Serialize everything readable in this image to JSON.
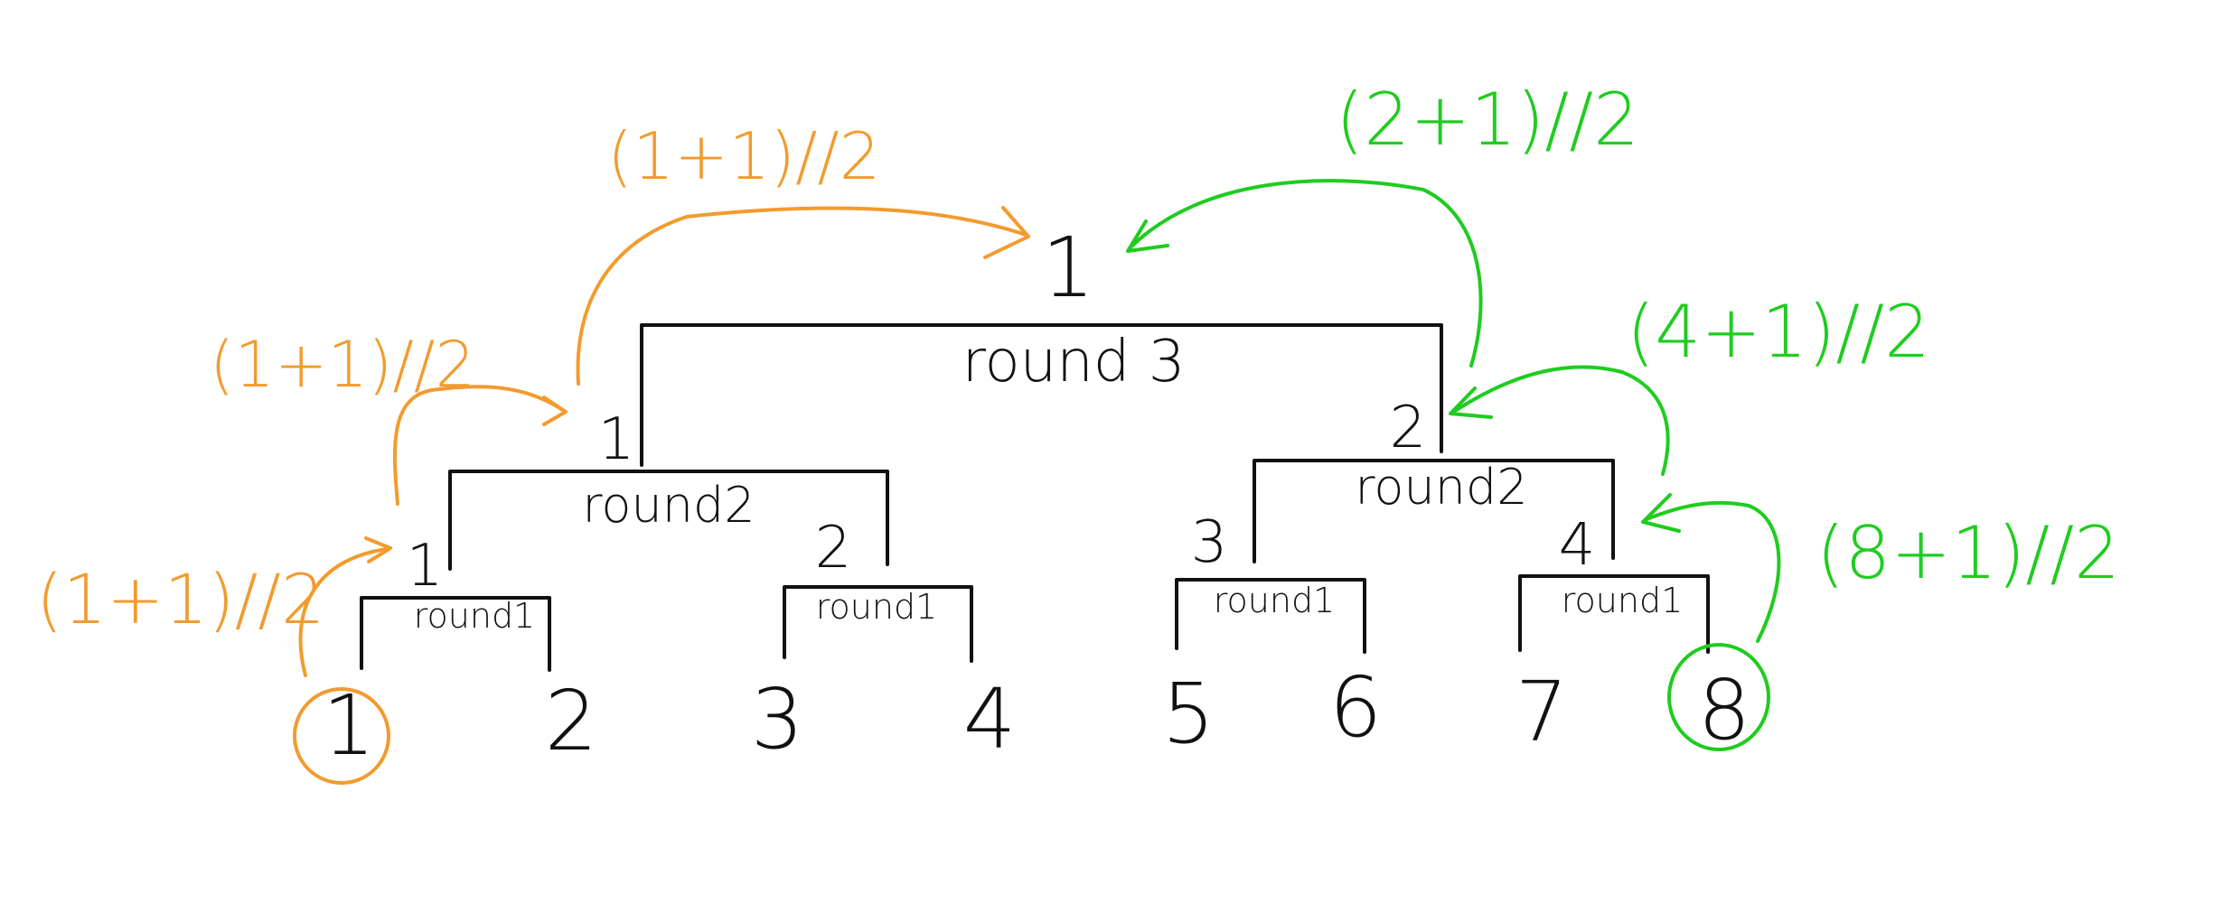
{
  "colors": {
    "ink": "#111111",
    "orange": "#f29b2f",
    "green": "#1fcc1f",
    "background": "#ffffff"
  },
  "leaves": [
    "1",
    "2",
    "3",
    "4",
    "5",
    "6",
    "7",
    "8"
  ],
  "round1": {
    "label": "round1",
    "winners": [
      "1",
      "2",
      "3",
      "4"
    ]
  },
  "round2": {
    "label": "round2",
    "winners": [
      "1",
      "2"
    ]
  },
  "round3": {
    "label": "round 3",
    "winner": "1"
  },
  "orange_annotations": [
    "(1+1)//2",
    "(1+1)//2",
    "(1+1)//2"
  ],
  "green_annotations": [
    "(8+1)//2",
    "(4+1)//2",
    "(2+1)//2"
  ]
}
